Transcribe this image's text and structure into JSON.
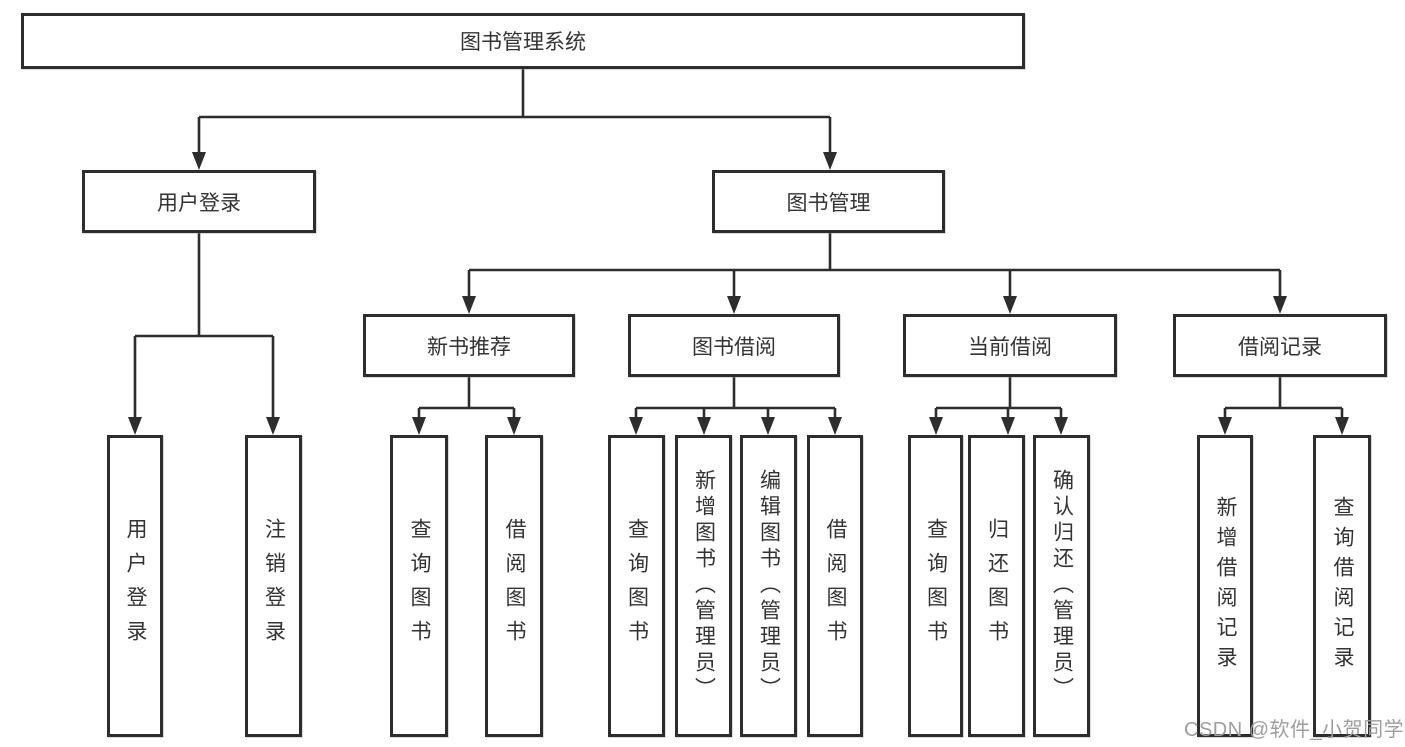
{
  "nodes": {
    "root": "图书管理系统",
    "user_login": "用户登录",
    "book_mgmt": "图书管理",
    "new_book_rec": "新书推荐",
    "book_borrow": "图书借阅",
    "current_borrow": "当前借阅",
    "borrow_record": "借阅记录",
    "leaf_user_login": "用户登录",
    "leaf_logout": "注销登录",
    "leaf_query_book_rec": "查询图书",
    "leaf_borrow_book_rec": "借阅图书",
    "leaf_query_book_borrow": "查询图书",
    "leaf_add_book": "新增图书（管理员）",
    "leaf_edit_book": "编辑图书（管理员）",
    "leaf_borrow_book_borrow": "借阅图书",
    "leaf_query_book_current": "查询图书",
    "leaf_return_book": "归还图书",
    "leaf_confirm_return": "确认归还（管理员）",
    "leaf_add_record": "新增借阅记录",
    "leaf_query_record": "查询借阅记录"
  },
  "watermark": "CSDN @软件_小贺同学",
  "colors": {
    "line": "#2d2d2d",
    "text": "#333333",
    "watermark": "#9e9e9e",
    "background": "#ffffff"
  }
}
